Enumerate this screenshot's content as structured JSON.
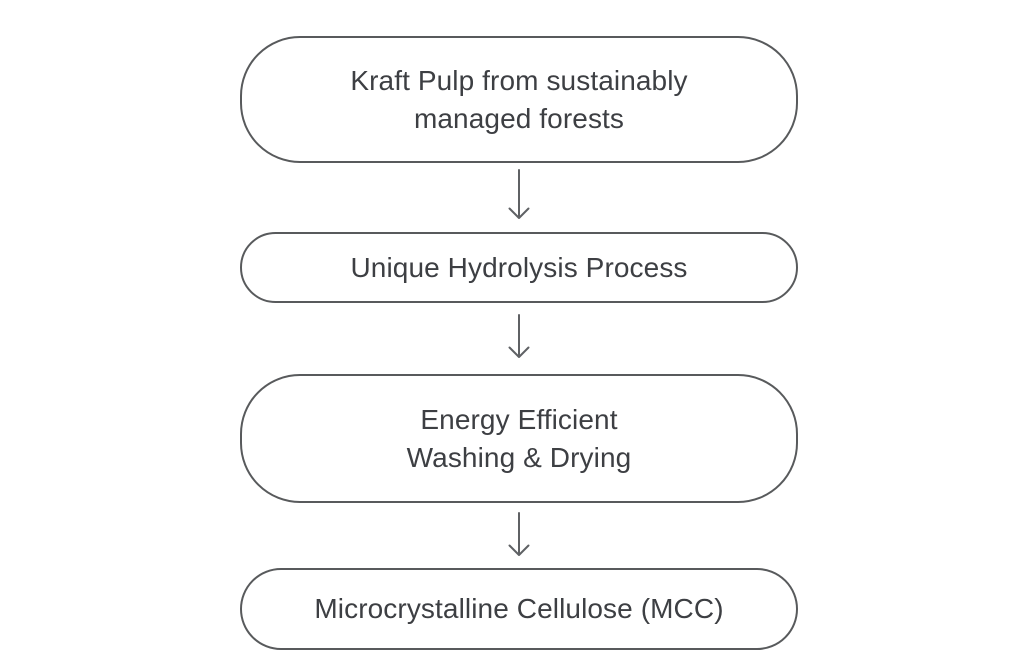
{
  "page": {
    "background_color": "#ffffff"
  },
  "colors": {
    "page_bg": "#ffffff",
    "box_border": "#585a5c",
    "box_fill": "#ffffff",
    "box_text": "#3d3f43",
    "arrow": "#5f6164"
  },
  "flowchart": {
    "type": "vertical-process-flow",
    "steps": [
      {
        "label": "Kraft Pulp from sustainably managed forests",
        "text": "Kraft Pulp from sustainably\nmanaged forests"
      },
      {
        "label": "Unique Hydrolysis Process",
        "text": "Unique Hydrolysis Process"
      },
      {
        "label": "Energy Efficient Washing & Drying",
        "text": "Energy Efficient\nWashing & Drying"
      },
      {
        "label": "Microcrystalline Cellulose (MCC)",
        "text": "Microcrystalline Cellulose (MCC)"
      }
    ],
    "connectors": [
      {
        "from": 0,
        "to": 1,
        "icon": "down-arrow-icon"
      },
      {
        "from": 1,
        "to": 2,
        "icon": "down-arrow-icon"
      },
      {
        "from": 2,
        "to": 3,
        "icon": "down-arrow-icon"
      }
    ]
  }
}
